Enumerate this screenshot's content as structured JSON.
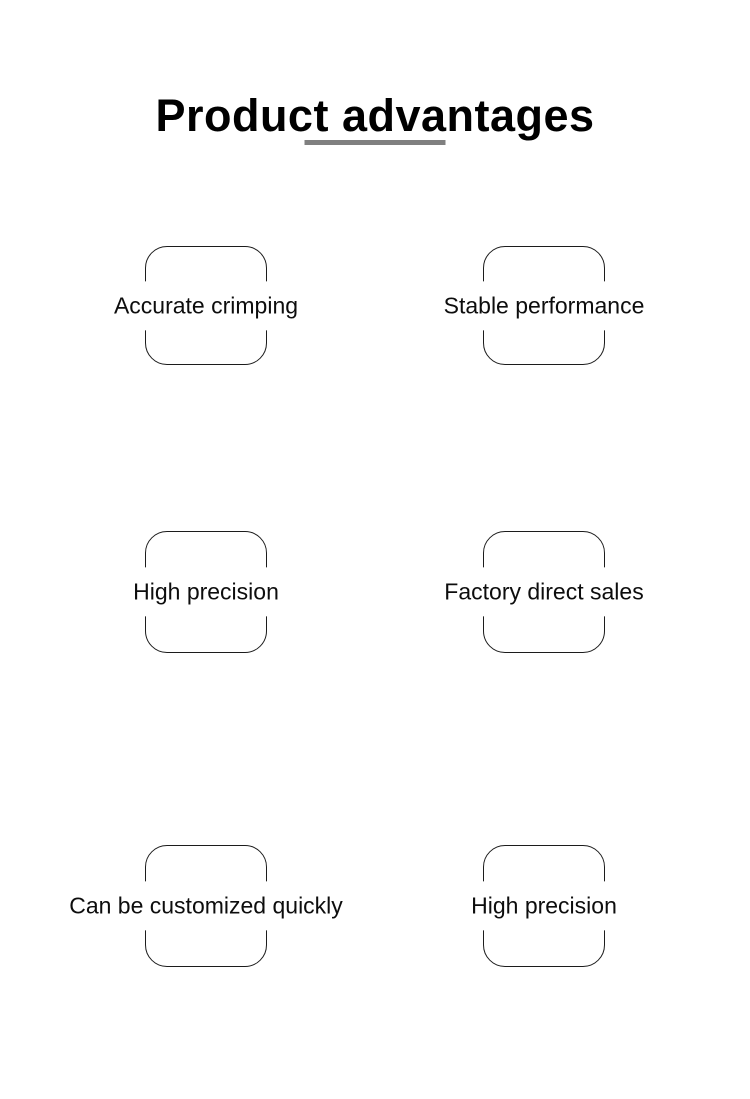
{
  "page": {
    "background_color": "#ffffff",
    "text_color": "#000000"
  },
  "header": {
    "title": "Product advantages",
    "divider_color": "#808080"
  },
  "advantages": {
    "box_border_color": "#1c1c1c",
    "items": [
      {
        "label": "Accurate crimping"
      },
      {
        "label": "Stable performance"
      },
      {
        "label": "High precision"
      },
      {
        "label": "Factory direct sales"
      },
      {
        "label": "Can be customized quickly"
      },
      {
        "label": "High precision"
      }
    ]
  }
}
